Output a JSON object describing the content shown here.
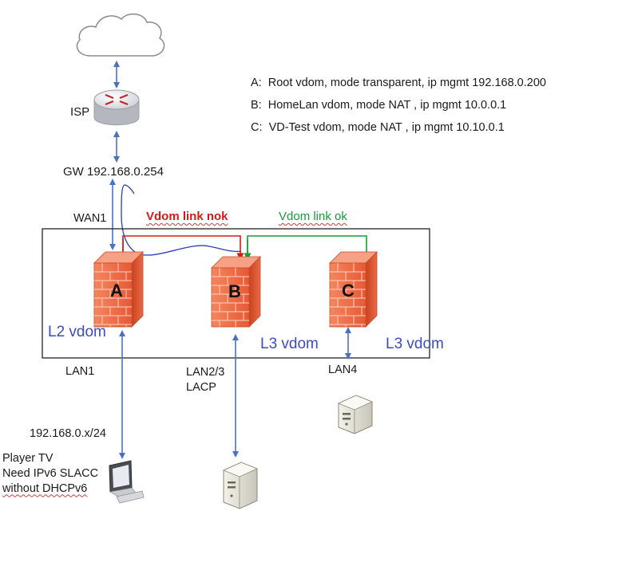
{
  "legend": [
    {
      "key": "A:",
      "text": "Root vdom, mode transparent, ip mgmt 192.168.0.200"
    },
    {
      "key": "B:",
      "text": "HomeLan vdom, mode NAT , ip mgmt 10.0.0.1"
    },
    {
      "key": "C:",
      "text": "VD-Test vdom, mode NAT , ip mgmt 10.10.0.1"
    }
  ],
  "nodes": {
    "isp": "ISP",
    "gateway": "GW 192.168.0.254",
    "wan": "WAN1",
    "fw_a": "A",
    "fw_b": "B",
    "fw_c": "C"
  },
  "links": {
    "nok": "Vdom link nok",
    "ok": "Vdom link ok"
  },
  "vdom_labels": {
    "a": "L2 vdom",
    "b": "L3 vdom",
    "c": "L3 vdom"
  },
  "ports": {
    "lan1": "LAN1",
    "lan23_line1": "LAN2/3",
    "lan23_line2": "LACP",
    "lan4": "LAN4"
  },
  "subnet": "192.168.0.x/24",
  "player": {
    "line1": "Player TV",
    "line2": "Need IPv6 SLACC",
    "line3": "without DHCPv6"
  },
  "colors": {
    "arrow_blue": "#4a72c4",
    "nok_red": "#d11b1b",
    "ok_green": "#1a9a3a",
    "hand_blue": "#2b3fb3",
    "firewall": "#e8603c"
  }
}
